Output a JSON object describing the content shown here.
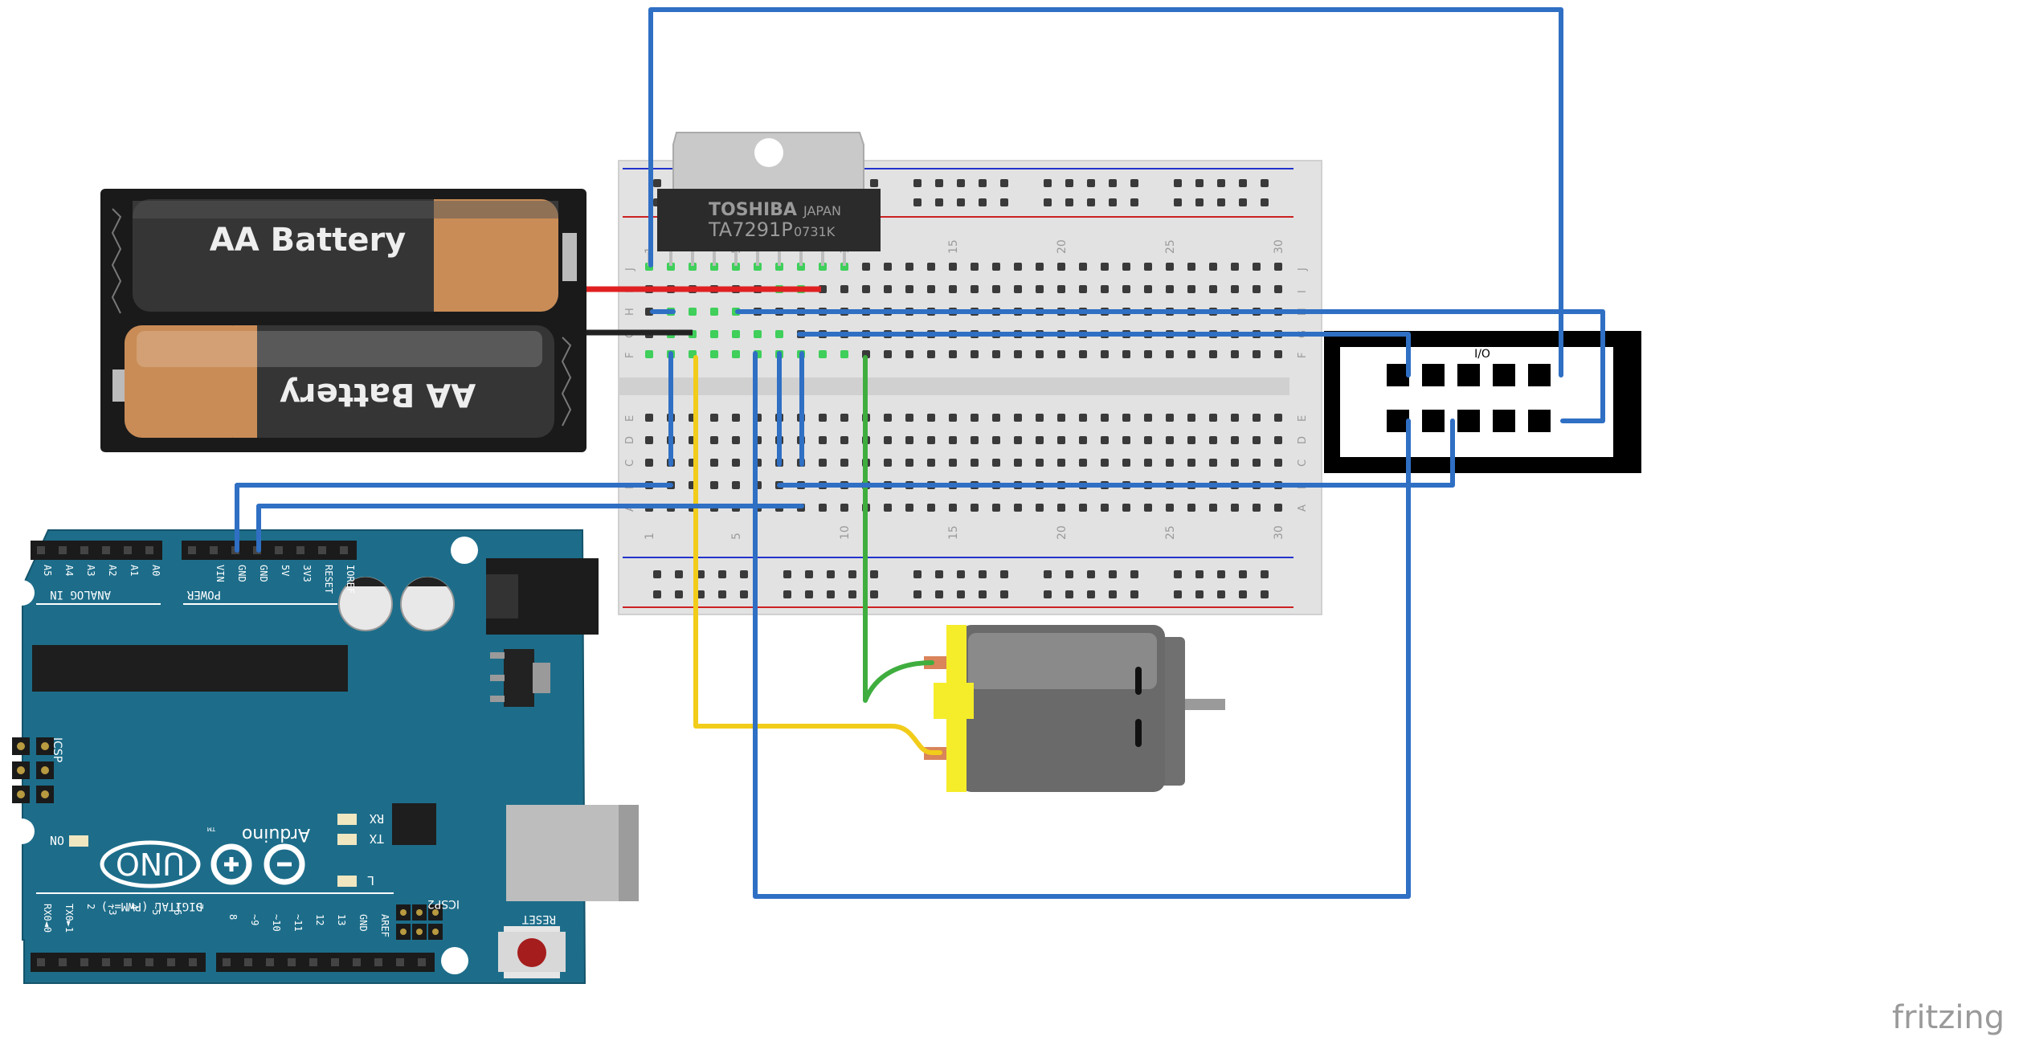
{
  "battery": {
    "label_top": "AA Battery",
    "label_bottom": "AA Battery"
  },
  "driver_ic": {
    "brand": "TOSHIBA",
    "origin": "JAPAN",
    "part": "TA7291P",
    "lot": "0731K"
  },
  "breadboard": {
    "row_letters_upper": [
      "J",
      "I",
      "H",
      "G",
      "F"
    ],
    "row_letters_lower": [
      "E",
      "D",
      "C",
      "B",
      "A"
    ],
    "column_numbers": [
      "1",
      "5",
      "10",
      "15",
      "20",
      "25",
      "30"
    ]
  },
  "connector": {
    "label": "I/O"
  },
  "arduino": {
    "brand": "Arduino",
    "model": "UNO",
    "analog_header_title": "ANALOG IN",
    "analog_pins": [
      "A5",
      "A4",
      "A3",
      "A2",
      "A1",
      "A0"
    ],
    "power_header_title": "POWER",
    "power_pins": [
      "VIN",
      "GND",
      "GND",
      "5V",
      "3V3",
      "RESET",
      "IOREF"
    ],
    "digital_header_title": "DIGITAL (PWM=~)",
    "digital_pins_left": [
      "RX0◄0",
      "TX0►1",
      "2",
      "~3",
      "4",
      "~5",
      "~6",
      "7"
    ],
    "digital_pins_right": [
      "8",
      "~9",
      "~10",
      "~11",
      "12",
      "13",
      "GND",
      "AREF"
    ],
    "icsp_label": "ICSP",
    "icsp2_label": "ICSP2",
    "on_label": "ON",
    "rx_label": "RX",
    "tx_label": "TX",
    "l_label": "L",
    "reset_label": "RESET",
    "tm": "TM"
  },
  "watermark": "fritzing",
  "colors": {
    "wire_blue": "#2f6fc4",
    "wire_red": "#e02020",
    "wire_yellow": "#f2cc1a",
    "wire_green": "#3fae3f",
    "arduino_teal": "#1d6d8a",
    "breadboard": "#e4e4e4",
    "motor_yellow": "#f5ec2a"
  }
}
